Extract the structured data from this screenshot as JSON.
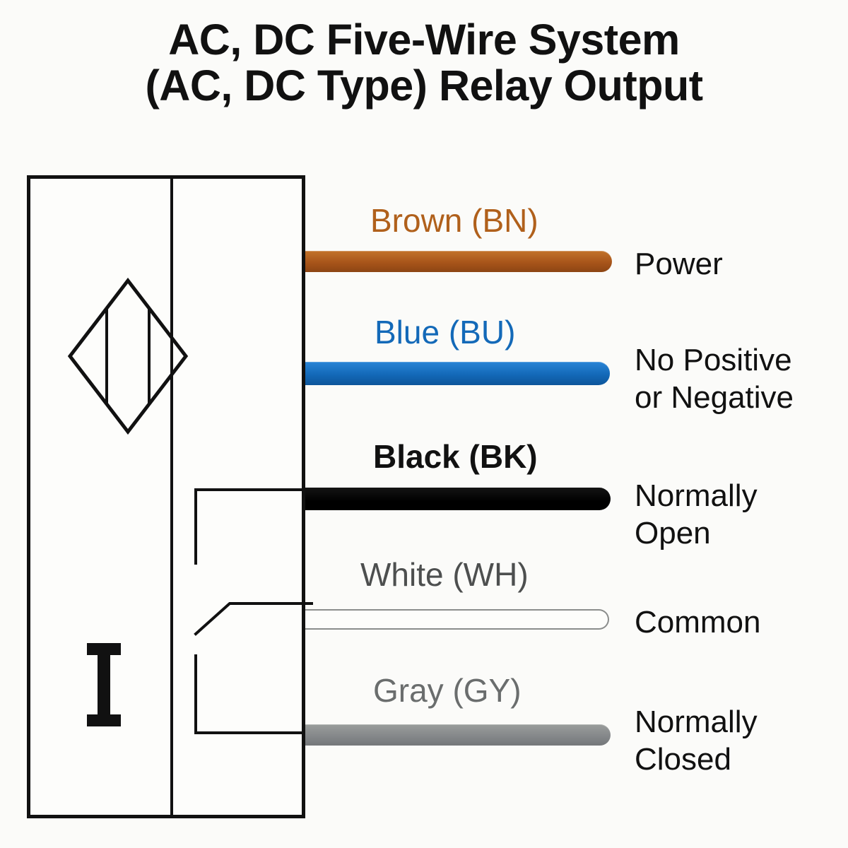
{
  "title": {
    "line1": "AC, DC Five-Wire System",
    "line2": "(AC, DC Type) Relay Output"
  },
  "device": {
    "name": "proximity-sensor-body",
    "symbols": {
      "detection_diamond": "diamond-with-two-vertical-bars",
      "contact_bar": "I"
    },
    "schematic": "spdt-changeover-relay-contact"
  },
  "wires": [
    {
      "id": "brown",
      "label": "Brown (BN)",
      "function": "Power",
      "function_lines": [
        "Power"
      ],
      "color": "#a8551a",
      "text_color": "#b0601b",
      "terminal": "power"
    },
    {
      "id": "blue",
      "label": "Blue (BU)",
      "function": "No Positive or Negative",
      "function_lines": [
        "No Positive",
        "or Negative"
      ],
      "color": "#1369b8",
      "text_color": "#1369b8",
      "terminal": "no-polarity"
    },
    {
      "id": "black",
      "label": "Black (BK)",
      "function": "Normally Open",
      "function_lines": [
        "Normally",
        "Open"
      ],
      "color": "#000000",
      "text_color": "#111111",
      "terminal": "normally-open"
    },
    {
      "id": "white",
      "label": "White (WH)",
      "function": "Common",
      "function_lines": [
        "Common"
      ],
      "color": "#fdfdfb",
      "text_color": "#4d4f4f",
      "terminal": "common"
    },
    {
      "id": "gray",
      "label": "Gray (GY)",
      "function": "Normally Closed",
      "function_lines": [
        "Normally",
        "Closed"
      ],
      "color": "#85888a",
      "text_color": "#6a6d6d",
      "terminal": "normally-closed"
    }
  ],
  "palette": {
    "background": "#fbfbf9",
    "outline": "#111111",
    "brown": "#a8551a",
    "blue": "#1369b8",
    "black": "#000000",
    "white": "#fdfdfb",
    "gray": "#85888a"
  }
}
